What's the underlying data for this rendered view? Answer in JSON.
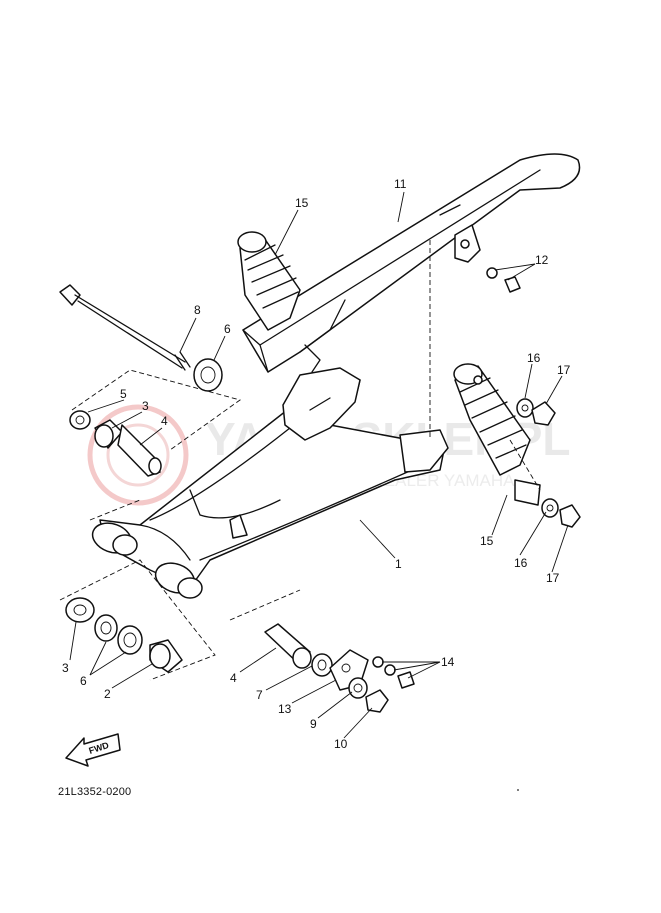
{
  "diagram_code": "21L3352-0200",
  "fwd_label": "FWD",
  "watermark": {
    "main": "YAMA-SKLEP.PL",
    "sub": "WOJCIECHOWICZ / DEALER YAMAHA"
  },
  "part_labels": {
    "p1": "1",
    "p2": "2",
    "p3a": "3",
    "p3b": "3",
    "p4a": "4",
    "p4b": "4",
    "p5": "5",
    "p6a": "6",
    "p6b": "6",
    "p7": "7",
    "p8": "8",
    "p9": "9",
    "p10": "10",
    "p11": "11",
    "p12": "12",
    "p13": "13",
    "p14": "14",
    "p15a": "15",
    "p15b": "15",
    "p16a": "16",
    "p16b": "16",
    "p17a": "17",
    "p17b": "17"
  }
}
